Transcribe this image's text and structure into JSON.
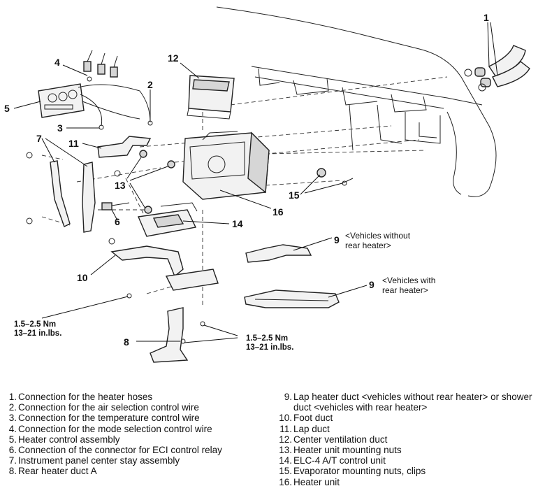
{
  "callouts": {
    "c1": "1",
    "c2": "2",
    "c3": "3",
    "c4": "4",
    "c5": "5",
    "c6": "6",
    "c7": "7",
    "c8": "8",
    "c9a": "9",
    "c9b": "9",
    "c10": "10",
    "c11": "11",
    "c12": "12",
    "c13": "13",
    "c14": "14",
    "c15": "15",
    "c16": "16"
  },
  "notes": {
    "without_line1": "<Vehicles without",
    "without_line2": "rear heater>",
    "with_line1": "<Vehicles with",
    "with_line2": "rear heater>"
  },
  "torque": {
    "left_nm": "1.5–2.5 Nm",
    "left_inlbs": "13–21 in.lbs.",
    "right_nm": "1.5–2.5 Nm",
    "right_inlbs": "13–21 in.lbs."
  },
  "legend_left": [
    {
      "num": "1.",
      "text": "Connection for the heater hoses"
    },
    {
      "num": "2.",
      "text": "Connection for the air selection control wire"
    },
    {
      "num": "3.",
      "text": "Connection for the temperature control wire"
    },
    {
      "num": "4.",
      "text": "Connection for the mode selection control wire"
    },
    {
      "num": "5.",
      "text": "Heater control assembly"
    },
    {
      "num": "6.",
      "text": "Connection of the connector for ECI control relay"
    },
    {
      "num": "7.",
      "text": "Instrument panel center stay assembly"
    },
    {
      "num": "8.",
      "text": "Rear heater duct A"
    }
  ],
  "legend_right": [
    {
      "num": "9.",
      "text": "Lap heater duct <vehicles without rear heater> or shower duct <vehicles with rear heater>"
    },
    {
      "num": "10.",
      "text": "Foot duct"
    },
    {
      "num": "11.",
      "text": "Lap duct"
    },
    {
      "num": "12.",
      "text": "Center ventilation duct"
    },
    {
      "num": "13.",
      "text": "Heater unit mounting nuts"
    },
    {
      "num": "14.",
      "text": "ELC-4 A/T control unit"
    },
    {
      "num": "15.",
      "text": "Evaporator mounting nuts, clips"
    },
    {
      "num": "16.",
      "text": "Heater unit"
    }
  ]
}
